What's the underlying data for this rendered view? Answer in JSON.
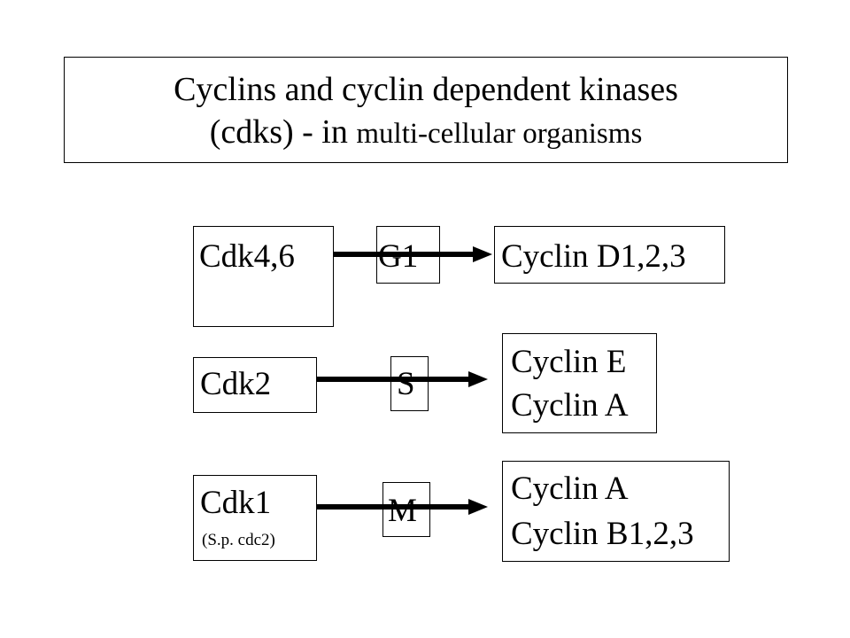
{
  "title": {
    "line1": "Cyclins and cyclin dependent kinases",
    "line2_prefix": "(cdks) - in ",
    "line2_suffix": "multi-cellular organisms"
  },
  "rows": [
    {
      "cdk": "Cdk4,6",
      "phase": "G1",
      "cyclins": [
        "Cyclin D1,2,3"
      ]
    },
    {
      "cdk": "Cdk2",
      "phase": "S",
      "cyclins": [
        "Cyclin E",
        "Cyclin A"
      ]
    },
    {
      "cdk": "Cdk1",
      "cdk_note": "(S.p. cdc2)",
      "phase": "M",
      "cyclins": [
        "Cyclin A",
        "Cyclin B1,2,3"
      ]
    }
  ]
}
